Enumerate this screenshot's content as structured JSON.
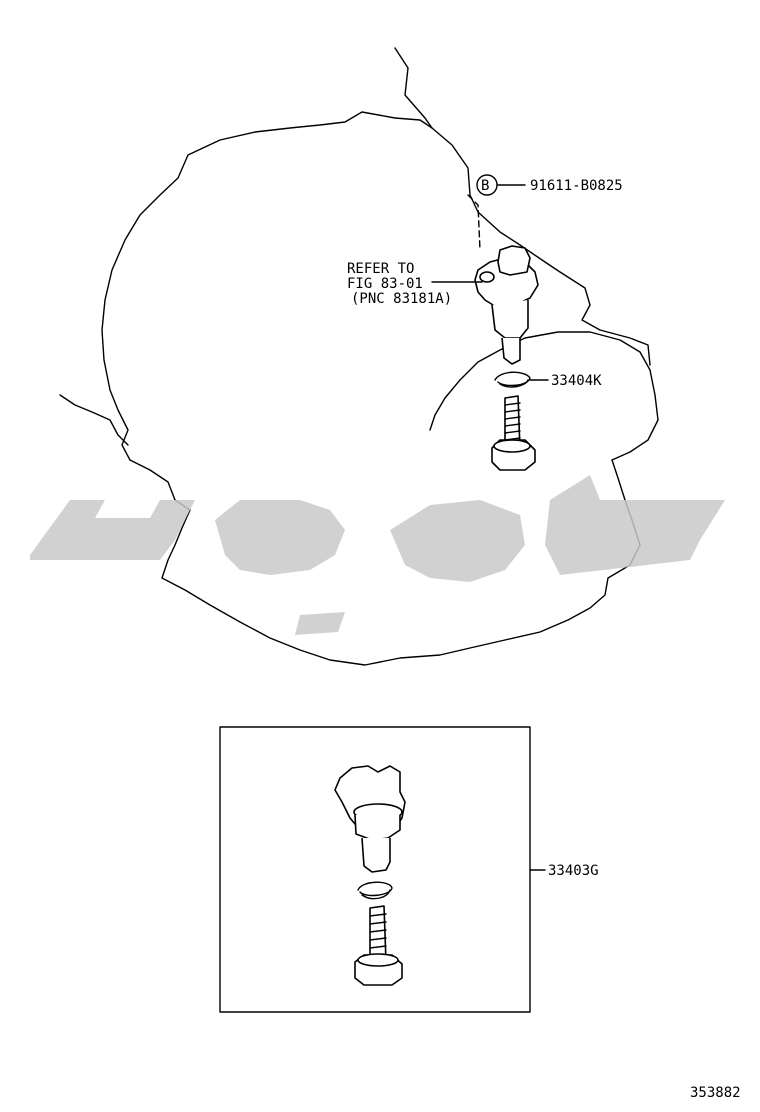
{
  "labels": {
    "bolt_symbol": "B",
    "bolt_part": "91611-B0825",
    "refer_line1": "REFER TO",
    "refer_line2": "FIG 83-01",
    "refer_line3": "(PNC 83181A)",
    "clip_part": "33404K",
    "kit_part": "33403G",
    "diagram_id": "353882"
  },
  "colors": {
    "line": "#000000",
    "watermark": "#c9c9c9",
    "background": "#ffffff"
  }
}
